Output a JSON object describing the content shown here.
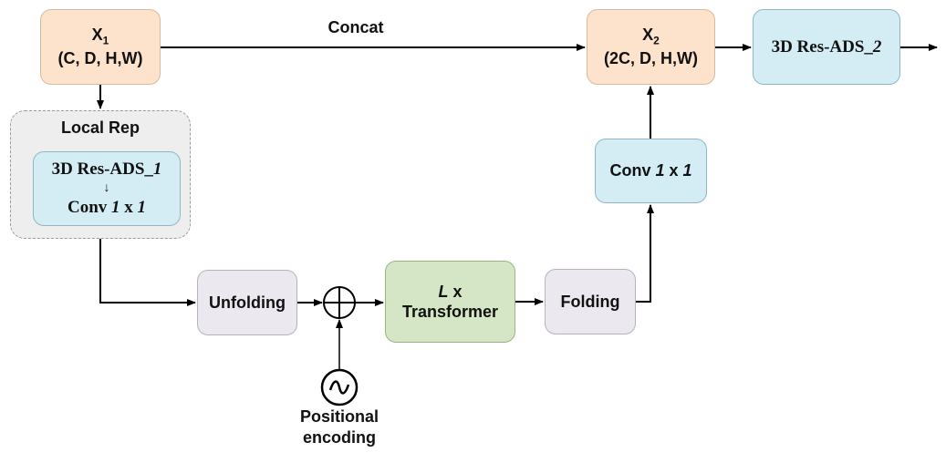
{
  "x1": {
    "title": "X",
    "subscript": "1",
    "dims": "(C, D, H,W)"
  },
  "x2": {
    "title": "X",
    "subscript": "2",
    "dims": "(2C, D, H,W)"
  },
  "concat_label": "Concat",
  "res_ads_2": {
    "prefix": "3D Res-ADS_",
    "index": "2"
  },
  "local_rep": {
    "title": "Local Rep",
    "res_ads_1": {
      "prefix": "3D Res-ADS_",
      "index": "1"
    },
    "arrow_glyph": "↓",
    "conv": {
      "prefix": "Conv ",
      "a": "1",
      "x": " x ",
      "b": "1"
    }
  },
  "conv_right": {
    "prefix": "Conv ",
    "a": "1",
    "x": " x ",
    "b": "1"
  },
  "unfolding_label": "Unfolding",
  "transformer": {
    "count": "L",
    "x": " x",
    "label": "Transformer"
  },
  "folding_label": "Folding",
  "positional_encoding": {
    "line1": "Positional",
    "line2": "encoding"
  },
  "colors": {
    "peach": "#fde3cc",
    "blue": "#d4edf5",
    "gray": "#ece8f0",
    "green": "#d5e6c6",
    "arrow": "#000000"
  }
}
